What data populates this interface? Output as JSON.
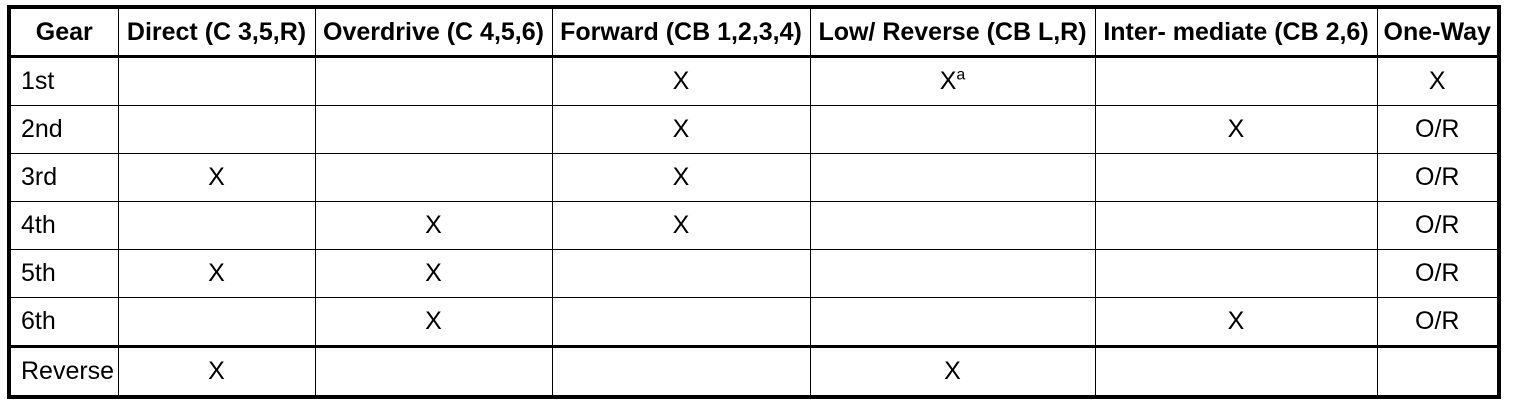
{
  "table": {
    "name": "transmission-gear-clutch-application-chart",
    "columns": [
      {
        "key": "gear",
        "label": "Gear"
      },
      {
        "key": "direct",
        "label": "Direct (C 3,5,R)"
      },
      {
        "key": "overdrive",
        "label": "Overdrive (C 4,5,6)"
      },
      {
        "key": "forward",
        "label": "Forward (CB 1,2,3,4)"
      },
      {
        "key": "low_reverse",
        "label": "Low/ Reverse (CB L,R)"
      },
      {
        "key": "intermediate",
        "label": "Inter- mediate (CB 2,6)"
      },
      {
        "key": "one_way",
        "label": "One-Way"
      }
    ],
    "rows": [
      {
        "gear": "1st",
        "direct": "",
        "overdrive": "",
        "forward": "X",
        "low_reverse": "X",
        "low_reverse_footnote": "a",
        "intermediate": "",
        "one_way": "X"
      },
      {
        "gear": "2nd",
        "direct": "",
        "overdrive": "",
        "forward": "X",
        "low_reverse": "",
        "low_reverse_footnote": "",
        "intermediate": "X",
        "one_way": "O/R"
      },
      {
        "gear": "3rd",
        "direct": "X",
        "overdrive": "",
        "forward": "X",
        "low_reverse": "",
        "low_reverse_footnote": "",
        "intermediate": "",
        "one_way": "O/R"
      },
      {
        "gear": "4th",
        "direct": "",
        "overdrive": "X",
        "forward": "X",
        "low_reverse": "",
        "low_reverse_footnote": "",
        "intermediate": "",
        "one_way": "O/R"
      },
      {
        "gear": "5th",
        "direct": "X",
        "overdrive": "X",
        "forward": "",
        "low_reverse": "",
        "low_reverse_footnote": "",
        "intermediate": "",
        "one_way": "O/R"
      },
      {
        "gear": "6th",
        "direct": "",
        "overdrive": "X",
        "forward": "",
        "low_reverse": "",
        "low_reverse_footnote": "",
        "intermediate": "X",
        "one_way": "O/R"
      },
      {
        "gear": "Reverse",
        "direct": "X",
        "overdrive": "",
        "forward": "",
        "low_reverse": "X",
        "low_reverse_footnote": "",
        "intermediate": "",
        "one_way": ""
      }
    ]
  },
  "colors": {
    "border": "#000000",
    "background": "#ffffff",
    "text": "#000000"
  }
}
